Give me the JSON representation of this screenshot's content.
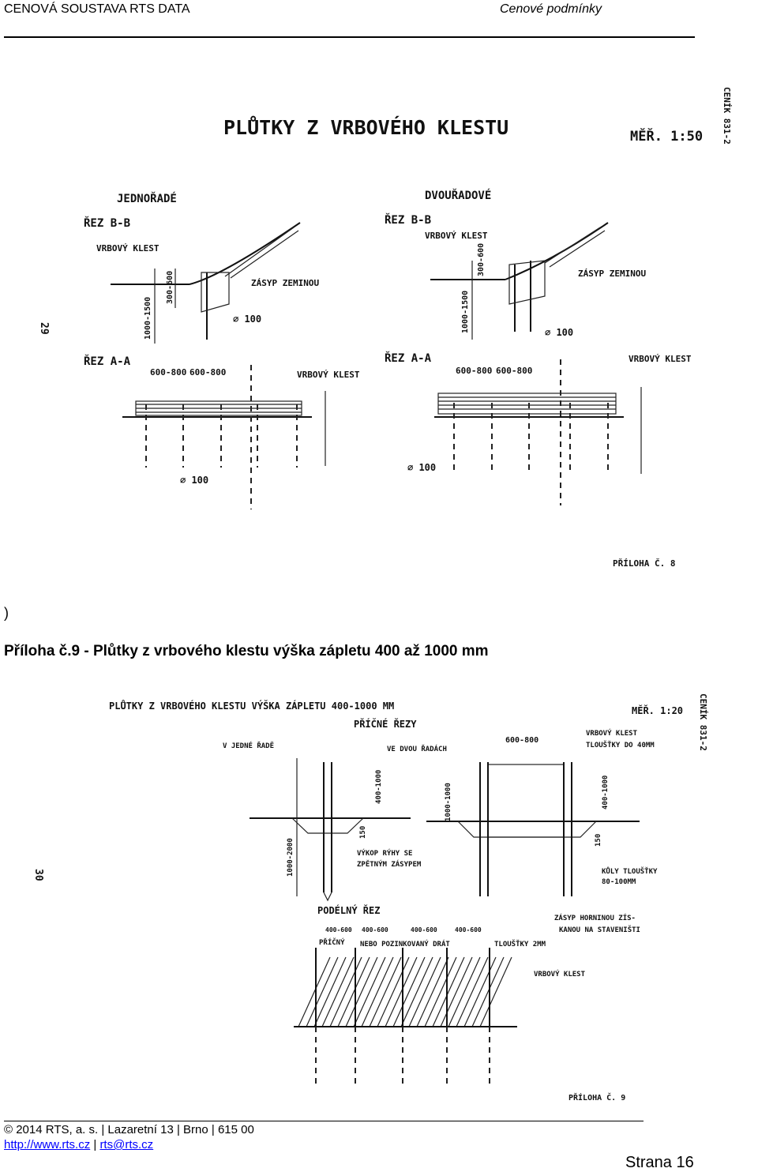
{
  "header": {
    "left": "CENOVÁ SOUSTAVA RTS DATA",
    "right": "Cenové podmínky"
  },
  "drawing1": {
    "title": "PLŮTKY Z VRBOVÉHO KLESTU",
    "scale": "MĚŘ. 1:50",
    "catalog": "CENÍK 831-2",
    "page_no": "29",
    "single": {
      "heading": "JEDNOŘADÉ",
      "section_bb": "ŘEZ B-B",
      "section_aa": "ŘEZ A-A",
      "label_klest": "VRBOVÝ KLEST",
      "label_zasyp": "ZÁSYP ZEMINOU",
      "label_diam": "⌀ 100",
      "label_spacing1": "600-800",
      "label_spacing2": "600-800",
      "label_depth": "1000-1500",
      "label_height": "300-600"
    },
    "double": {
      "heading": "DVOUŘADOVÉ",
      "section_bb": "ŘEZ B-B",
      "section_aa": "ŘEZ A-A",
      "label_klest": "VRBOVÝ KLEST",
      "label_zasyp": "ZÁSYP ZEMINOU",
      "label_diam": "⌀ 100",
      "label_spacing1": "600-800",
      "label_spacing2": "600-800",
      "label_depth": "1000-1500",
      "label_height": "300-600"
    },
    "attachment": "PŘÍLOHA Č. 8"
  },
  "paren": ")",
  "caption": "Příloha č.9 - Plůtky z vrbového klestu výška zápletu 400 až 1000 mm",
  "drawing2": {
    "title": "PLŮTKY Z VRBOVÉHO KLESTU VÝŠKA ZÁPLETU 400-1000 MM",
    "subtitle": "PŘÍČNÉ ŘEZY",
    "scale": "MĚŘ. 1:20",
    "catalog": "CENÍK 831-2",
    "page_no": "30",
    "label_single": "V JEDNÉ ŘADĚ",
    "label_double": "VE DVOU ŘADÁCH",
    "label_width": "600-800",
    "label_klest": "VRBOVÝ KLEST",
    "label_thickness": "TLOUŠŤKY DO 40MM",
    "label_h1": "400-1000",
    "label_h2": "1000-1000",
    "label_h3": "400-1000",
    "label_depth": "1000-2000",
    "label_150a": "150",
    "label_150b": "150",
    "label_vykop1": "VÝKOP RÝHY SE",
    "label_vykop2": "ZPĚTNÝM ZÁSYPEM",
    "label_kuly1": "KŮLY TLOUŠŤKY",
    "label_kuly2": "80-100MM",
    "label_long": "PODÉLNÝ ŘEZ",
    "label_zasyp1": "ZÁSYP HORNINOU ZÍS-",
    "label_zasyp2": "KANOU NA STAVENIŠTI",
    "spacings": [
      "400-600",
      "400-600",
      "400-600",
      "400-600"
    ],
    "legend_a": "PŘÍČNÝ",
    "legend_b": "NEBO POZINKOVANÝ DRÁT",
    "legend_c": "TLOUŠŤKY 2MM",
    "label_klest2": "VRBOVÝ KLEST",
    "attachment": "PŘÍLOHA Č. 9"
  },
  "footer": {
    "line1": "© 2014 RTS, a. s. | Lazaretní 13 | Brno | 615 00",
    "link1": "http://www.rts.cz",
    "sep": " | ",
    "link2": "rts@rts.cz",
    "page": "Strana 16"
  }
}
